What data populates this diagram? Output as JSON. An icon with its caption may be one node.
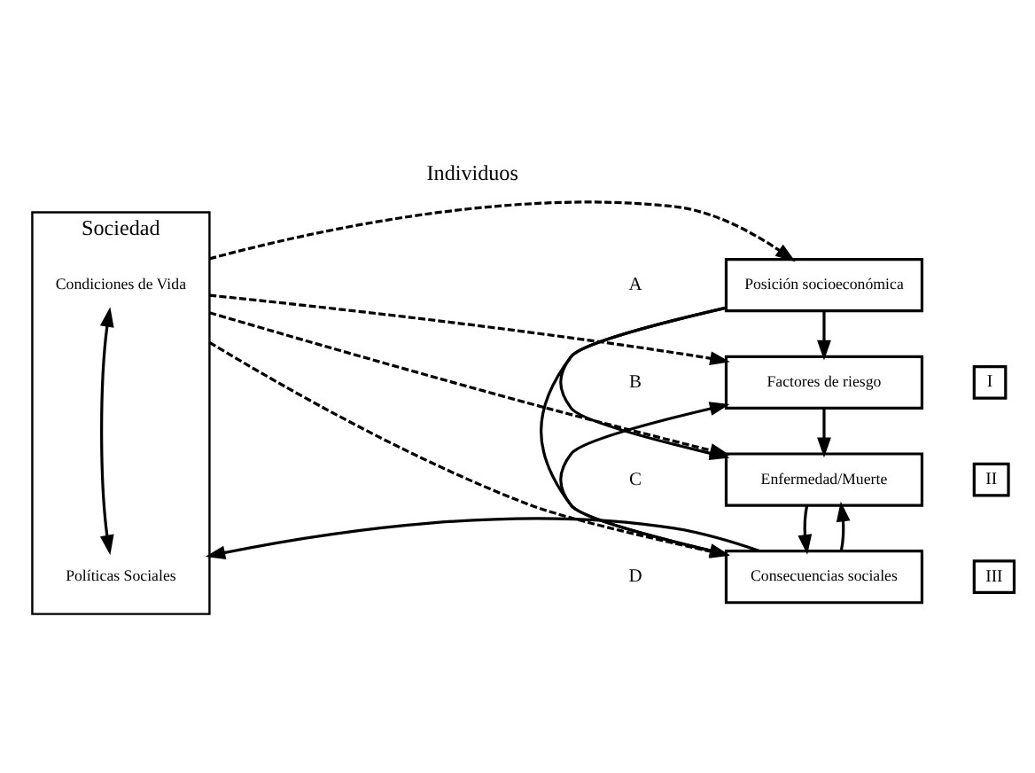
{
  "diagram": {
    "nodes": [
      {
        "text": [
          "Sociedad"
        ]
      },
      {
        "text": [
          "Condiciones de Vida"
        ],
        "in": 0
      },
      {
        "text": [
          "Políticas Sociales"
        ],
        "in": 0
      },
      {
        "text": [
          "Posición socioeconómica"
        ]
      },
      {
        "text": [
          "Factores de riesgo"
        ]
      },
      {
        "text": [
          "Enfermedad/Muerte"
        ]
      },
      {
        "text": [
          "Consecuencias sociales"
        ]
      },
      {
        "text": [
          "I"
        ]
      },
      {
        "text": [
          "II"
        ]
      },
      {
        "text": [
          "III"
        ]
      }
    ],
    "edges": [
      {
        "from": 1,
        "to": 2,
        "arrow": "both"
      },
      {
        "from": 0,
        "to": 3,
        "arrow": "to",
        "style": "dashed"
      },
      {
        "from": 3,
        "to": 4,
        "arrow": "to"
      },
      {
        "from": 0,
        "to": 4,
        "arrow": "to",
        "style": "dashed"
      },
      {
        "from": 4,
        "to": 5,
        "arrow": "to"
      },
      {
        "from": 0,
        "to": 5,
        "arrow": "to",
        "style": "dashed"
      },
      {
        "from": 3,
        "to": 5,
        "arrow": "to"
      },
      {
        "from": 5,
        "to": 6,
        "arrow": "to"
      },
      {
        "from": 0,
        "to": 6,
        "arrow": "to",
        "style": "dashed"
      },
      {
        "from": 3,
        "to": 6,
        "arrow": "to"
      },
      {
        "from": 6,
        "to": 0,
        "arrow": "to"
      },
      {
        "from": 6,
        "to": 4,
        "arrow": "to"
      },
      {
        "from": 6,
        "to": 5,
        "arrow": "to"
      }
    ],
    "labels": [
      "Individuos",
      "A",
      "B",
      "C",
      "D"
    ]
  }
}
